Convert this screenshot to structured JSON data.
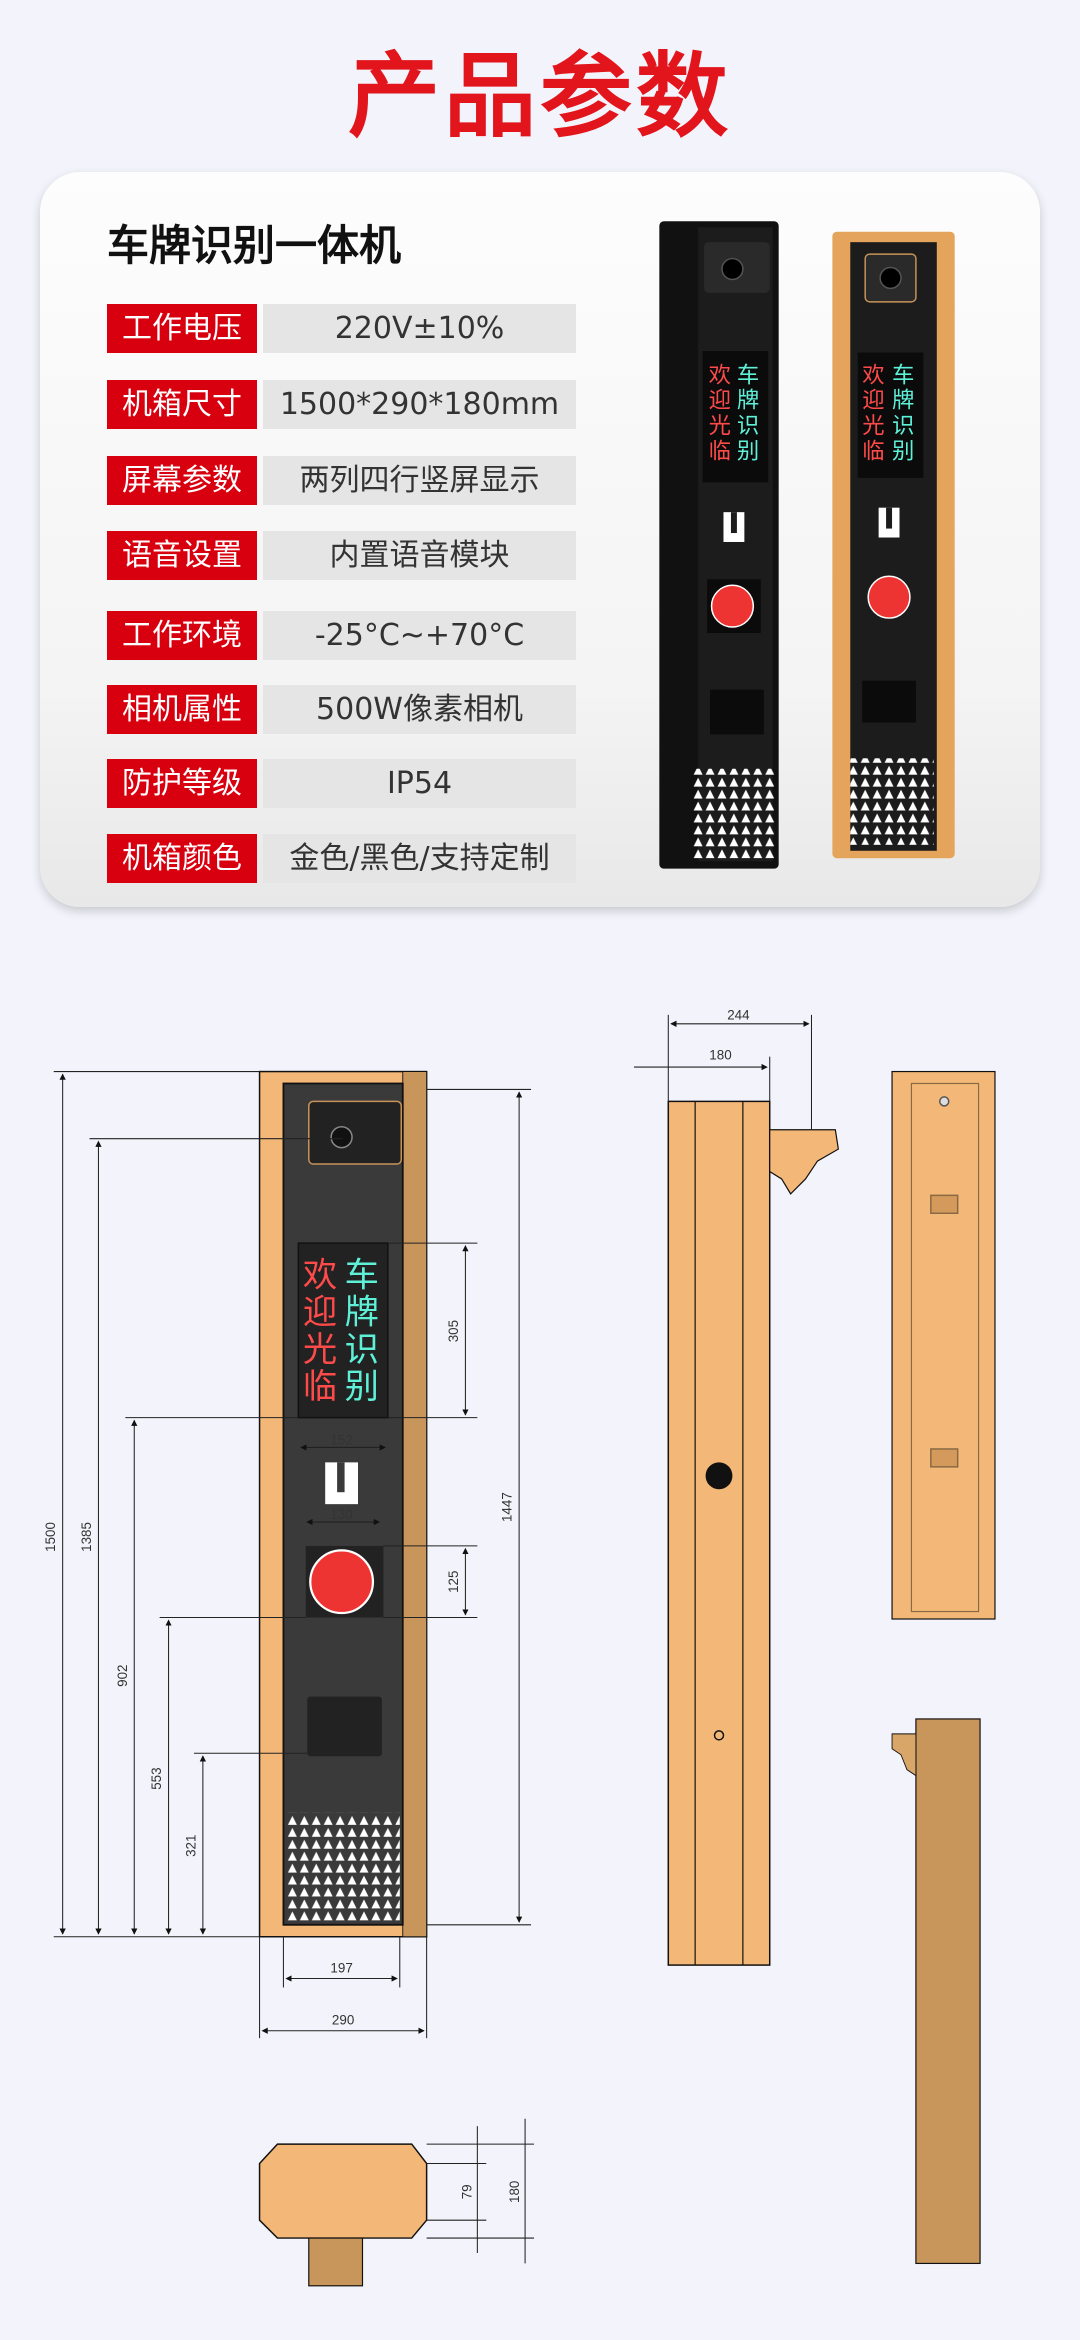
{
  "page_title": "产品参数",
  "product_name": "车牌识别一体机",
  "specs": [
    {
      "label": "工作电压",
      "value": "220V±10%"
    },
    {
      "label": "机箱尺寸",
      "value": "1500*290*180mm"
    },
    {
      "label": "屏幕参数",
      "value": "两列四行竖屏显示"
    },
    {
      "label": "语音设置",
      "value": "内置语音模块"
    },
    {
      "label": "工作环境",
      "value": "-25°C~+70°C"
    },
    {
      "label": "相机属性",
      "value": "500W像素相机"
    },
    {
      "label": "防护等级",
      "value": "IP54"
    },
    {
      "label": "机箱颜色",
      "value": "金色/黑色/支持定制"
    }
  ],
  "display_text": {
    "col1": [
      "欢",
      "迎",
      "光",
      "临"
    ],
    "col2": [
      "车",
      "牌",
      "识",
      "别"
    ]
  },
  "dimensions": {
    "total_height": "1500",
    "camera_height": "1385",
    "screen_bottom": "902",
    "ad_bottom": "553",
    "light_height": "321",
    "panel_height": "1447",
    "screen_height": "305",
    "ad_height": "125",
    "screen_width": "152",
    "ad_width": "130",
    "panel_width": "197",
    "total_width": "290",
    "depth_total": "244",
    "depth_body": "180",
    "top_depth": "180",
    "top_inner": "79"
  },
  "colors": {
    "accent_red": "#d8000f",
    "title_red": "#e2151c",
    "gold": "#f3b877",
    "panel": "#3a3a3a",
    "screen_red": "#ff4a4a",
    "screen_cyan": "#5ff0d8"
  }
}
